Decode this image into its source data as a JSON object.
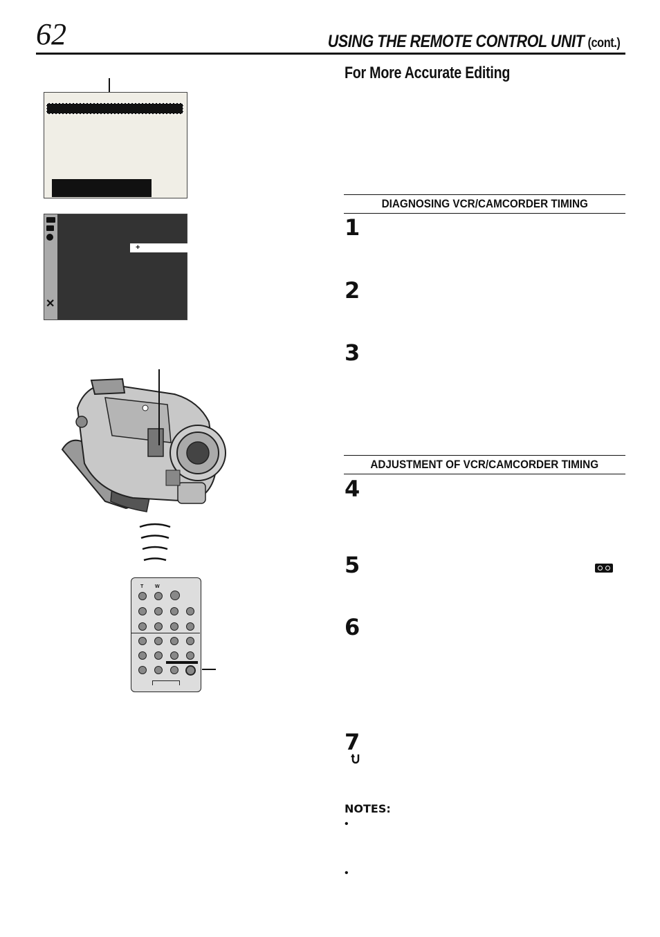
{
  "header": {
    "page_number": "62",
    "title": "USING THE REMOTE CONTROL UNIT",
    "title_suffix": "(cont.)"
  },
  "section": {
    "title": "For More Accurate Editing"
  },
  "subheads": {
    "diagnosing": "DIAGNOSING VCR/CAMCORDER TIMING",
    "adjustment": "ADJUSTMENT OF VCR/CAMCORDER TIMING"
  },
  "steps": [
    "1",
    "2",
    "3",
    "4",
    "5",
    "6",
    "7"
  ],
  "notes": {
    "label": "NOTES:",
    "bullets": [
      "•",
      "•"
    ]
  },
  "screen2": {
    "highlight_value": "+"
  },
  "remote": {
    "label_t": "T",
    "label_w": "W"
  },
  "icons": {
    "cassette": "cassette-icon",
    "return": "return-arrow-icon",
    "close": "close-icon"
  }
}
